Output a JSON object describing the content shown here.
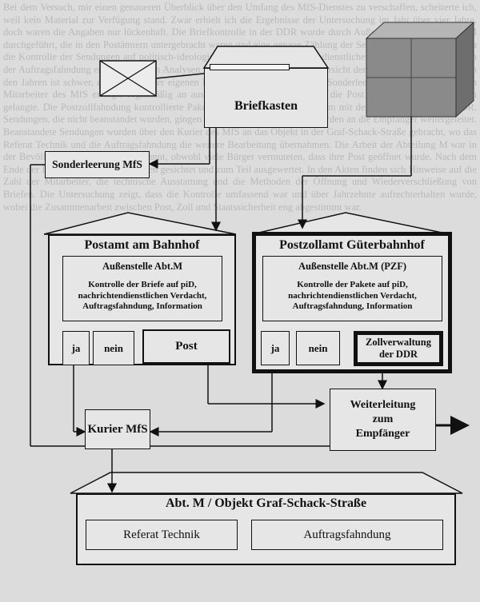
{
  "diagram": {
    "mailbox_label": "Briefkasten",
    "special_emptying": "Sonderleerung MfS",
    "post_office": {
      "title": "Postamt am Bahnhof",
      "branch": "Außenstelle Abt.M",
      "task": "Kontrolle der Briefe auf piD, nachrichtendienstlichen Verdacht, Auftragsfahndung, Information",
      "yes": "ja",
      "no": "nein",
      "post": "Post"
    },
    "customs_office": {
      "title": "Postzollamt Güterbahnhof",
      "branch": "Außenstelle Abt.M (PZF)",
      "task": "Kontrolle der Pakete auf piD, nachrichtendienstlichen Verdacht, Auftragsfahndung, Information",
      "yes": "ja",
      "no": "nein",
      "customs": "Zollverwaltung der DDR"
    },
    "forwarding": "Weiterleitung zum Empfänger",
    "courier": "Kurier MfS",
    "department": {
      "title": "Abt. M / Objekt Graf-Schack-Straße",
      "unit_tech": "Referat Technik",
      "unit_search": "Auftragsfahndung"
    }
  },
  "background_text": "Bei dem Versuch, mir einen genaueren Überblick über den Umfang des MfS-Dienstes zu verschaffen, scheiterte ich, weil kein Material zur Verfügung stand. Zwar erhielt ich die Ergebnisse der Untersuchung im Jahr über vier Jahre, doch waren die Angaben nur lückenhaft. Die Briefkontrolle in der DDR wurde durch Außenstellen der Abteilung M durchgeführt, die in den Postämtern untergebracht waren und eine genaue Zählung der Sendungen nicht zuließen. Da die Kontrolle der Sendungen auf politisch-ideologische Diversion, nachrichtendienstlichen Verdacht und im Rahmen der Auftragsfahndung erfolgte, wurden Analysen und Berichte erstellt. Eine Übersicht der gesamten Briefkontrolle in den Jahren ist schwer, die Tätigkeit der eigenen Dienststellen zu erfassen. Die Sonderleerung der Briefkästen durch Mitarbeiter des MfS erfolgte regelmäßig an ausgewählten Standorten, sodass die Post direkt in die Außenstellen gelangte. Die Postzollfahndung kontrollierte Pakete im Güterbahnhof gemeinsam mit der Zollverwaltung der DDR. Sendungen, die nicht beanstandet wurden, gingen zurück in den Postlauf und wurden an die Empfänger weitergeleitet. Beanstandete Sendungen wurden über den Kurier des MfS an das Objekt in der Graf-Schack-Straße gebracht, wo das Referat Technik und die Auftragsfahndung die weitere Bearbeitung übernahmen. Die Arbeit der Abteilung M war in der Bevölkerung weitgehend unbekannt, obwohl viele Bürger vermuteten, dass ihre Post geöffnet wurde. Nach dem Ende der DDR wurden die Unterlagen gesichtet und zum Teil ausgewertet. In den Akten finden sich Hinweise auf die Zahl der Mitarbeiter, die technische Ausstattung und die Methoden der Öffnung und Wiederverschließung von Briefen. Die Untersuchung zeigt, dass die Kontrolle umfassend war und über Jahrzehnte aufrechterhalten wurde, wobei die Zusammenarbeit zwischen Post, Zoll und Staatssicherheit eng abgestimmt war."
}
